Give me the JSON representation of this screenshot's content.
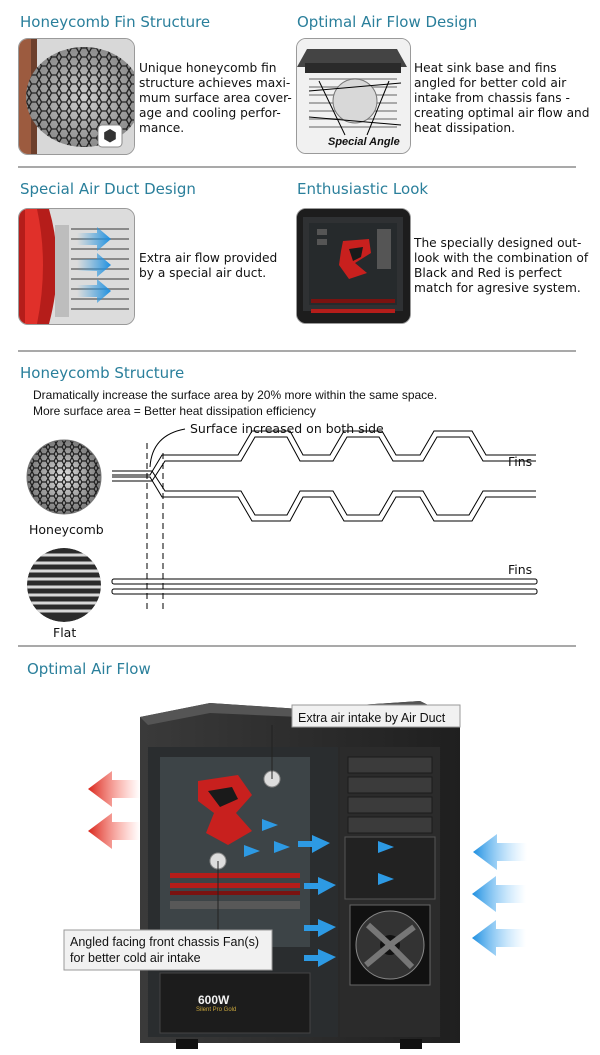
{
  "features": [
    {
      "title": "Honeycomb Fin Structure",
      "text": "Unique honeycomb fin structure achieves maxi-mum surface area cover-age and cooling perfor-mance.",
      "lines": [
        "Unique honeycomb fin",
        "structure achieves maxi-",
        "mum surface area cover-",
        "age and cooling perfor-",
        "mance."
      ],
      "icon": "hexagon-icon"
    },
    {
      "title": "Optimal Air Flow Design",
      "lines": [
        "Heat sink base and fins",
        "angled for better cold air",
        "intake from chassis fans -",
        "creating optimal air flow and",
        "heat dissipation."
      ],
      "image_label": "Special Angle"
    },
    {
      "title": "Special Air Duct Design",
      "lines": [
        "Extra air flow provided",
        "by a special air duct."
      ]
    },
    {
      "title": "Enthusiastic Look",
      "lines": [
        "The specially designed out-",
        "look with the combination of",
        "Black and Red is perfect",
        "match for agresive system."
      ]
    }
  ],
  "honeycomb_structure": {
    "title": "Honeycomb Structure",
    "line1": "Dramatically increase the surface area by 20% more within the same space.",
    "line2": "More surface area = Better heat dissipation efficiency",
    "callout": "Surface increased on both side",
    "fins_label_1": "Fins",
    "fins_label_2": "Fins",
    "honeycomb_label": "Honeycomb",
    "flat_label": "Flat"
  },
  "optimal_air_flow": {
    "title": "Optimal Air Flow",
    "callout_top": "Extra air intake by Air Duct",
    "callout_bottom_line1": "Angled facing front chassis Fan(s)",
    "callout_bottom_line2": "for better cold air intake",
    "psu_label": "600W",
    "psu_sub": "Silent Pro Gold"
  },
  "colors": {
    "heading": "#2a7f9b",
    "hot_arrow": "#d9261c",
    "cold_arrow": "#3aa0e0",
    "divider": "#a9a9a9"
  }
}
